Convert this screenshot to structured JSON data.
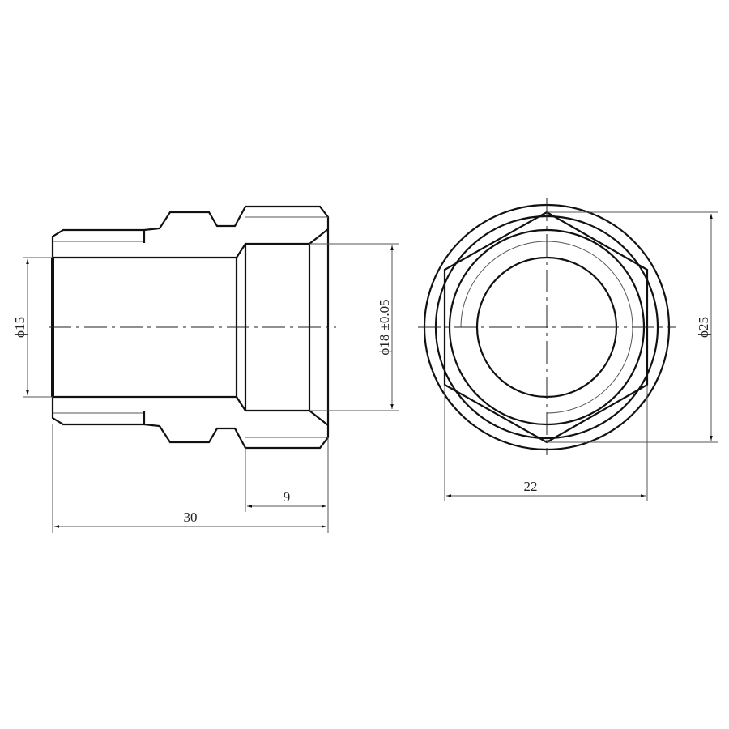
{
  "drawing": {
    "type": "mechanical technical drawing",
    "views": [
      "section-view",
      "end-view"
    ]
  },
  "section_view": {
    "dimensions": {
      "bore_diameter": "ϕ15",
      "socket_diameter": "ϕ18 ±0.05",
      "socket_depth": "9",
      "overall_length": "30"
    }
  },
  "end_view": {
    "dimensions": {
      "outer_diameter": "ϕ25",
      "across_flats": "22"
    }
  },
  "colors": {
    "line": "#111111",
    "dimension_line": "#555555",
    "background": "#ffffff"
  }
}
